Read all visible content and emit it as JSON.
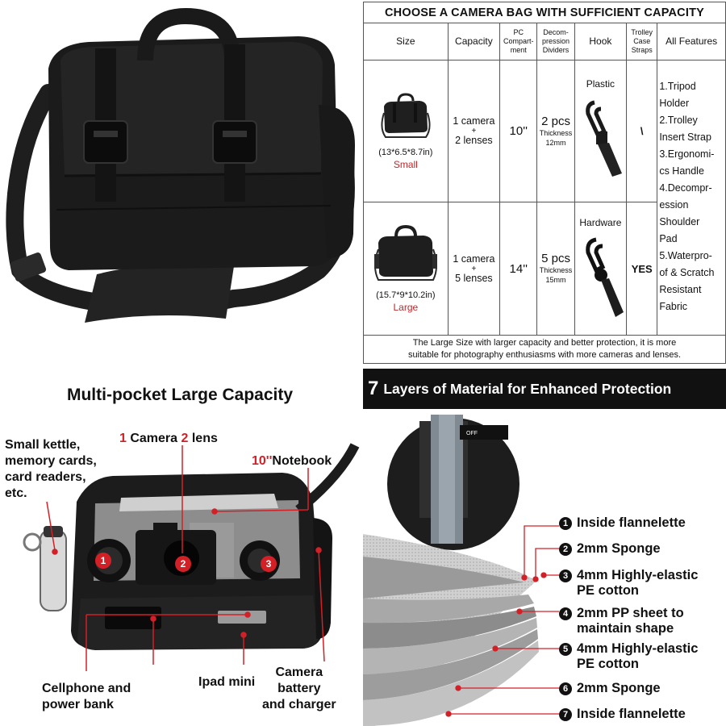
{
  "table": {
    "title": "CHOOSE A CAMERA BAG WITH SUFFICIENT CAPACITY",
    "headers": {
      "size": "Size",
      "capacity": "Capacity",
      "pc": [
        "PC",
        "Compart-",
        "ment"
      ],
      "dividers": [
        "Decom-",
        "pression",
        "Dividers"
      ],
      "hook": "Hook",
      "trolley": [
        "Trolley",
        "Case",
        "Straps"
      ],
      "features": "All Features"
    },
    "rows": [
      {
        "dimensions": "(13*6.5*8.7in)",
        "size_name": "Small",
        "capacity_top": "1 camera",
        "plus": "+",
        "capacity_bottom": "2 lenses",
        "pc": "10''",
        "divider_pcs": "2 pcs",
        "divider_thickness": [
          "Thickness",
          "12mm"
        ],
        "hook": "Plastic",
        "trolley": "\\"
      },
      {
        "dimensions": "(15.7*9*10.2in)",
        "size_name": "Large",
        "capacity_top": "1 camera",
        "plus": "+",
        "capacity_bottom": "5 lenses",
        "pc": "14''",
        "divider_pcs": "5 pcs",
        "divider_thickness": [
          "Thickness",
          "15mm"
        ],
        "hook": "Hardware",
        "trolley": "YES"
      }
    ],
    "features": [
      "1.Tripod",
      "Holder",
      "2.Trolley",
      "Insert Strap",
      "3.Ergonomi-",
      "cs Handle",
      "4.Decompr-",
      "ession",
      "Shoulder",
      "Pad",
      "5.Waterpro-",
      "of & Scratch",
      "Resistant",
      "Fabric"
    ],
    "footer": [
      "The Large Size with larger capacity and better protection, it is more",
      "suitable for photography enthusiasms with more cameras and lenses."
    ]
  },
  "pockets": {
    "title": "Multi-pocket Large Capacity",
    "kettle": [
      "Small kettle,",
      "memory cards,",
      "card readers,",
      "etc."
    ],
    "camera_num": "1",
    "camera_word": " Camera ",
    "lens_num": "2",
    "lens_word": " lens",
    "notebook_num": "10''",
    "notebook_word": "Notebook",
    "cellphone": [
      "Cellphone and",
      "power bank"
    ],
    "ipad": "Ipad mini",
    "battery": [
      "Camera",
      "battery",
      "and charger"
    ],
    "markers": [
      "1",
      "2",
      "3"
    ]
  },
  "layers": {
    "banner_num": "7",
    "banner_text": "Layers of Material for Enhanced Protection",
    "caliper_label": "OFF",
    "items": [
      {
        "n": "1",
        "lines": [
          "Inside flannelette"
        ]
      },
      {
        "n": "2",
        "lines": [
          "2mm Sponge"
        ]
      },
      {
        "n": "3",
        "lines": [
          "4mm Highly-elastic",
          "PE cotton"
        ]
      },
      {
        "n": "4",
        "lines": [
          "2mm PP sheet to",
          "maintain shape"
        ]
      },
      {
        "n": "5",
        "lines": [
          "4mm Highly-elastic",
          "PE cotton"
        ]
      },
      {
        "n": "6",
        "lines": [
          "2mm Sponge"
        ]
      },
      {
        "n": "7",
        "lines": [
          "Inside flannelette"
        ]
      }
    ]
  },
  "colors": {
    "accent_red": "#d32027",
    "bag_black": "#1b1b1b",
    "banner_black": "#111111"
  }
}
